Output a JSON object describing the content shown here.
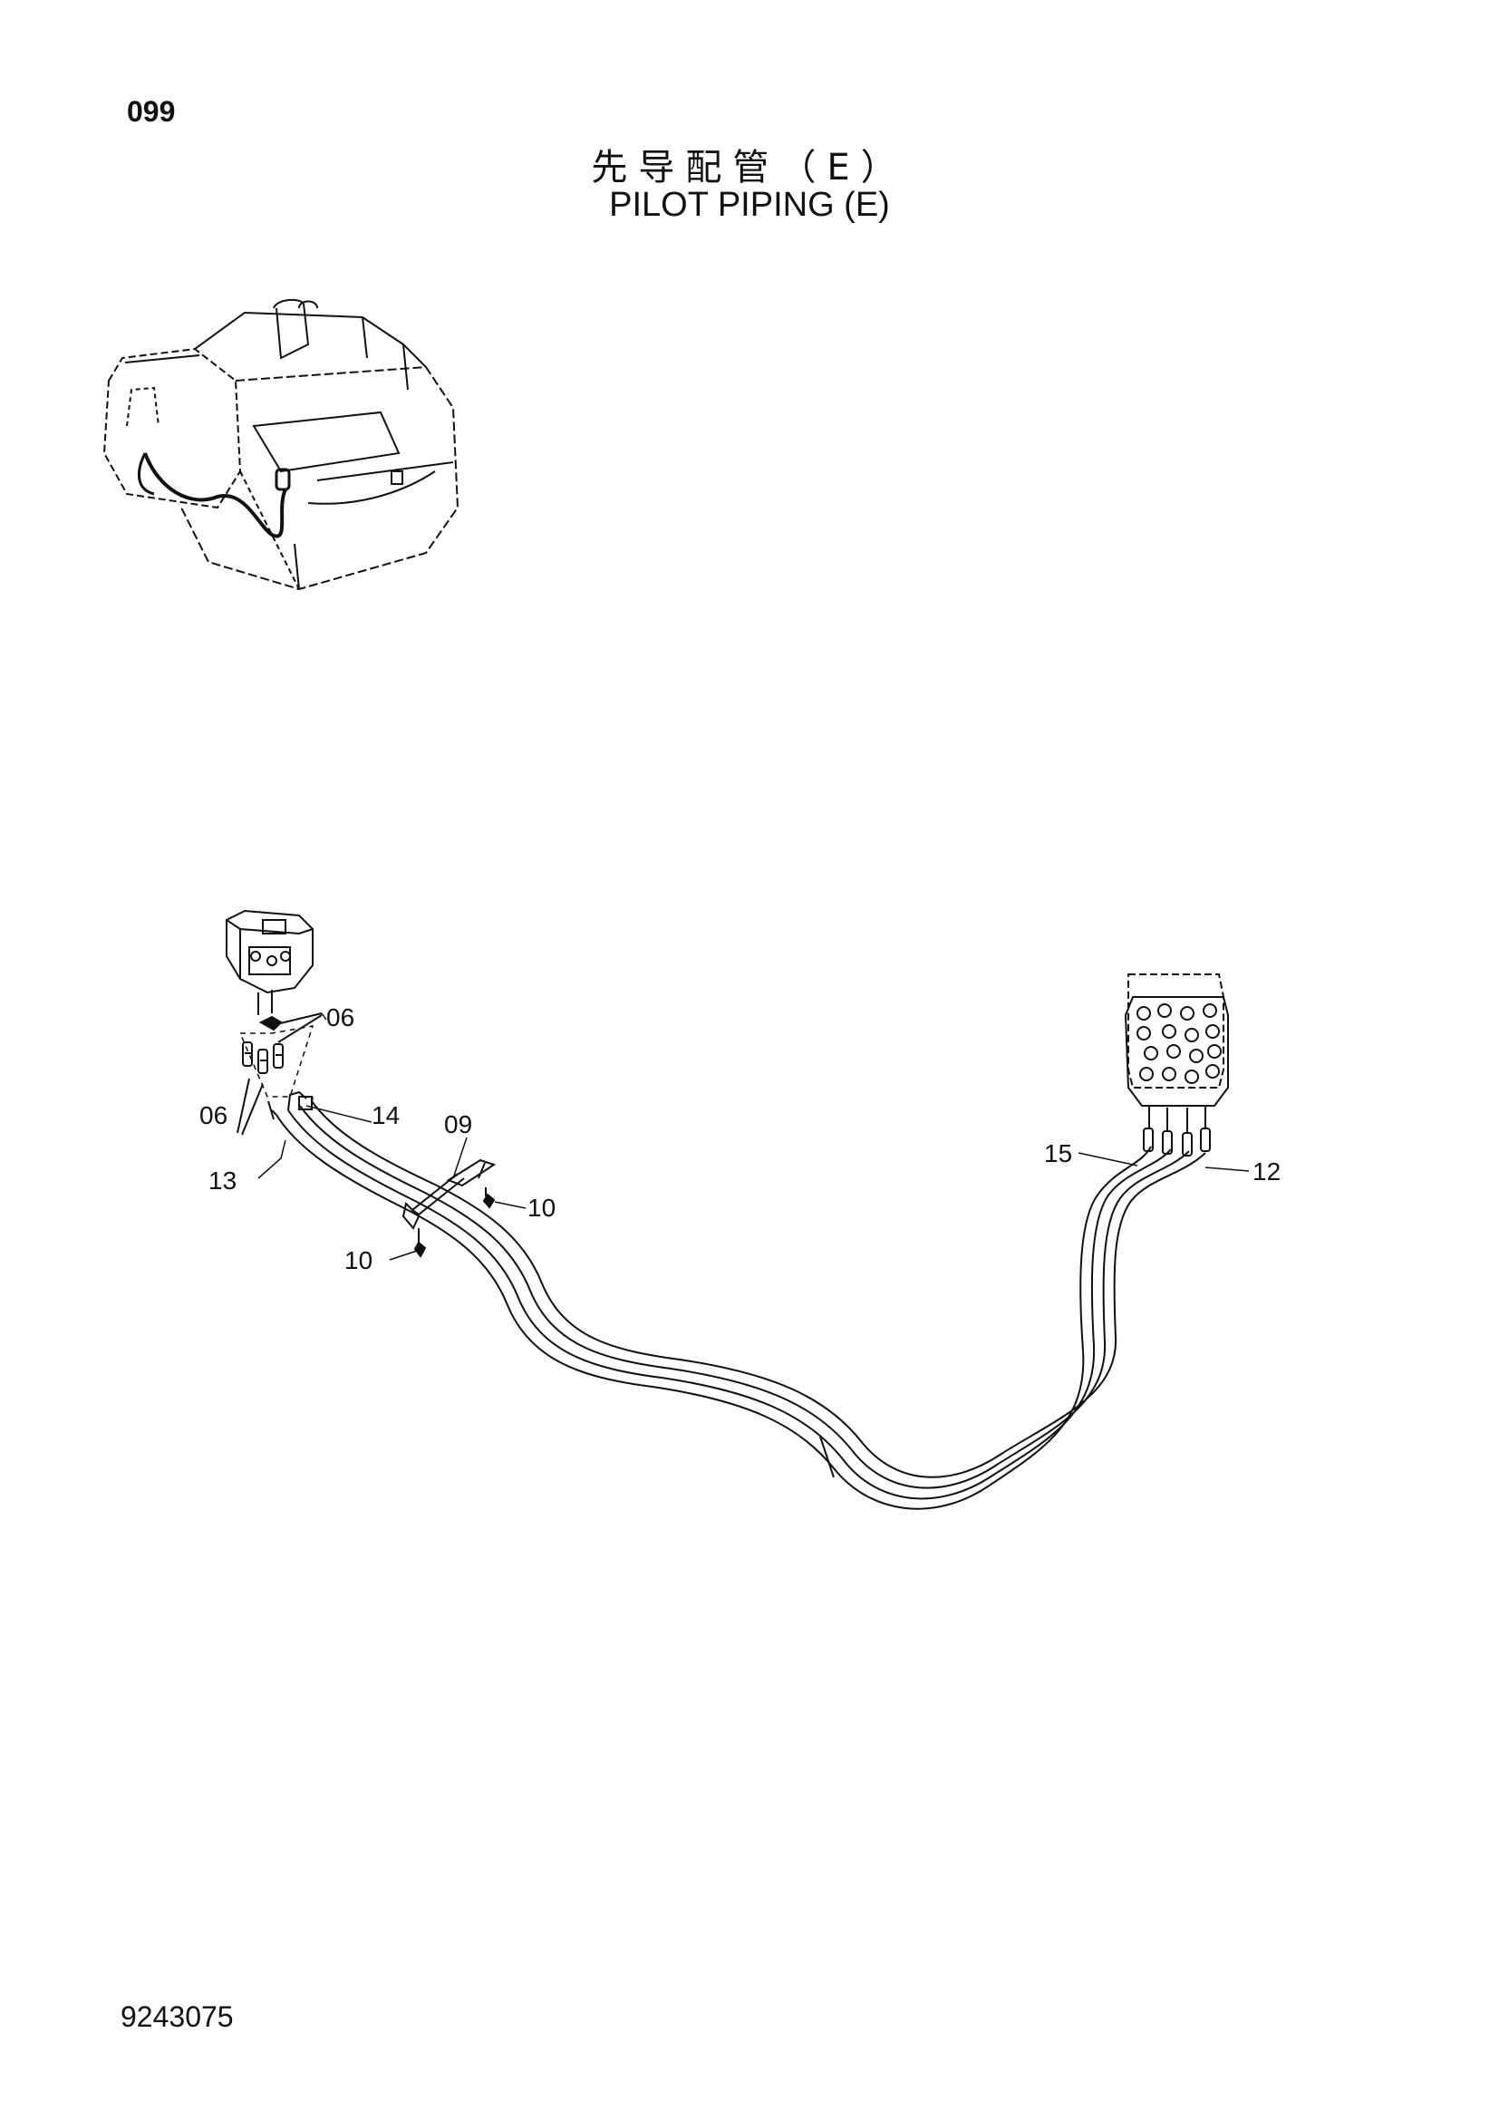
{
  "page": {
    "number": "099",
    "doc_id": "9243075"
  },
  "title": {
    "cn": "先导配管（E）",
    "en": "PILOT PIPING (E)"
  },
  "callouts": {
    "c06_upper": "06",
    "c06_lower": "06",
    "c14": "14",
    "c09": "09",
    "c13": "13",
    "c10_right": "10",
    "c10_left": "10",
    "c15": "15",
    "c12": "12"
  }
}
